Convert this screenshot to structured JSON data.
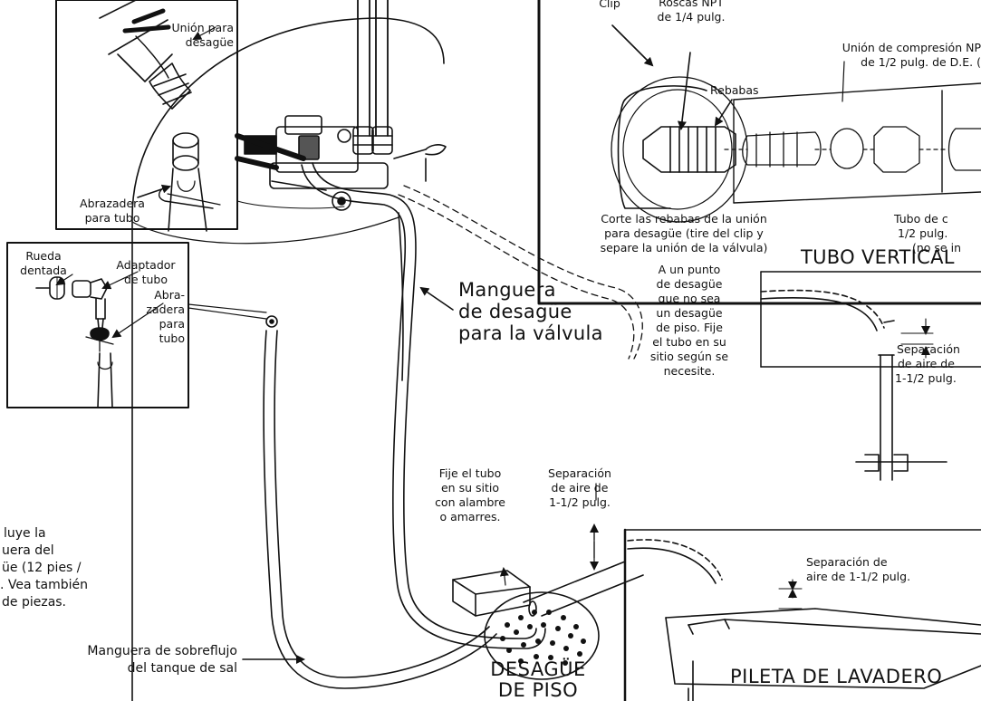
{
  "inset_top_left": {
    "drain_union": [
      "Unión para",
      "desagüe"
    ],
    "tube_clamp": [
      "Abrazadera",
      "para tubo"
    ]
  },
  "inset_mid_left": {
    "cog_wheel": [
      "Rueda",
      "dentada"
    ],
    "tube_adapter": [
      "Adaptador",
      "de tubo"
    ],
    "clamp": [
      "Abra-",
      "zadera",
      "para",
      "tubo"
    ]
  },
  "inset_top_right": {
    "clip": "Clip",
    "npt_threads": [
      "Roscas NPT",
      "de 1/4 pulg."
    ],
    "compression_union": [
      "Unión de compresión NP",
      "de 1/2 pulg. de D.E. ("
    ],
    "burrs": "Rebabas",
    "cut_burrs": [
      "Corte las rebabas de la unión",
      "para desagüe (tire del clip y",
      "separe la unión de la válvula)"
    ],
    "tube_note": [
      "Tubo de c",
      "1/2 pulg.",
      "(no se in"
    ]
  },
  "standpipe": {
    "title": "TUBO VERTICAL",
    "air_gap": [
      "Separación",
      "de aire de",
      "1-1/2 pulg."
    ]
  },
  "laundry_tub": {
    "title": "PILETA DE LAVADERO",
    "air_gap": [
      "Separación de",
      "aire de 1-1/2 pulg."
    ]
  },
  "drain_point_note": [
    "A un punto",
    "de desagüe",
    "que no sea",
    "un desagüe",
    "de piso. Fije",
    "el tubo en su",
    "sitio según se",
    "necesite."
  ],
  "valve_hose": [
    "Manguera",
    "de desagüe",
    "para la válvula"
  ],
  "secure_tube": [
    "Fije el tubo",
    "en su sitio",
    "con alambre",
    "o amarres."
  ],
  "floor_air_gap": [
    "Separación",
    "de aire de",
    "1-1/2 pulg."
  ],
  "floor_drain": [
    "DESAGÜE",
    "DE PISO"
  ],
  "included_note": [
    "luye la",
    "uera del",
    "üe (12 pies /",
    ". Vea también",
    "de piezas."
  ],
  "overflow_hose": [
    "Manguera de sobreflujo",
    "del tanque de sal"
  ]
}
